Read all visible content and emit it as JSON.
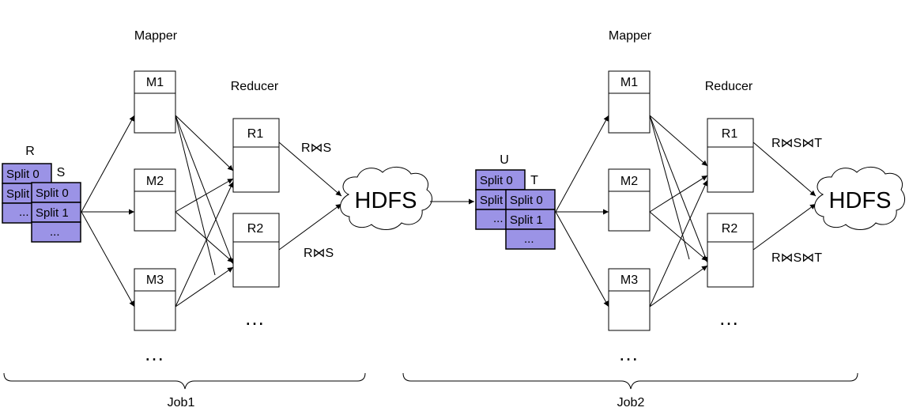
{
  "jobs": [
    {
      "name": "Job1",
      "mapper_header": "Mapper",
      "reducer_header": "Reducer",
      "mappers": [
        "M1",
        "M2",
        "M3"
      ],
      "mapper_more": "…",
      "reducers": [
        "R1",
        "R2"
      ],
      "reducer_more": "…",
      "output_labels": [
        "R⋈S",
        "R⋈S"
      ],
      "storage": "HDFS",
      "inputs": [
        {
          "name": "R",
          "splits": [
            "Split 0",
            "Split 1",
            "..."
          ]
        },
        {
          "name": "S",
          "splits": [
            "Split 0",
            "Split 1",
            "..."
          ]
        }
      ]
    },
    {
      "name": "Job2",
      "mapper_header": "Mapper",
      "reducer_header": "Reducer",
      "mappers": [
        "M1",
        "M2",
        "M3"
      ],
      "mapper_more": "…",
      "reducers": [
        "R1",
        "R2"
      ],
      "reducer_more": "…",
      "output_labels": [
        "R⋈S⋈T",
        "R⋈S⋈T"
      ],
      "storage": "HDFS",
      "inputs": [
        {
          "name": "U",
          "splits": [
            "Split 0",
            "Split 1",
            "..."
          ]
        },
        {
          "name": "T",
          "splits": [
            "Split 0",
            "Split 1",
            "..."
          ]
        }
      ]
    }
  ],
  "colors": {
    "split_fill": "#9b93e6",
    "line": "#000000"
  }
}
